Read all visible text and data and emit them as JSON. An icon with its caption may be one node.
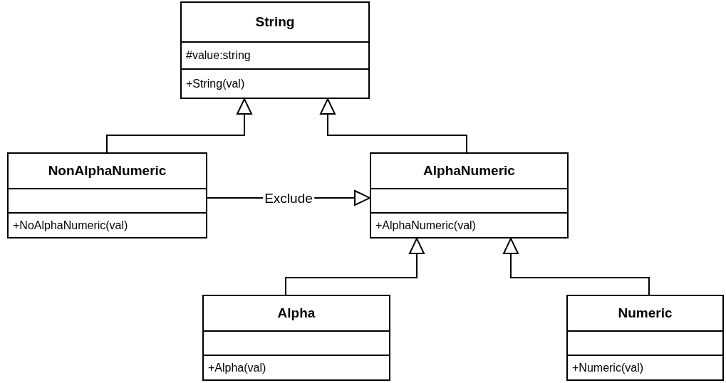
{
  "diagram": {
    "nodes": [
      {
        "text": [
          "String",
          "#value:string",
          "+String(val)"
        ]
      },
      {
        "text": [
          "NonAlphaNumeric",
          "+NoAlphaNumeric(val)"
        ]
      },
      {
        "text": [
          "AlphaNumeric",
          "+AlphaNumeric(val)"
        ]
      },
      {
        "text": [
          "Alpha",
          "+Alpha(val)"
        ]
      },
      {
        "text": [
          "Numeric",
          "+Numeric(val)"
        ]
      }
    ],
    "edges": [
      {
        "from": 1,
        "to": 0,
        "arrow": "to"
      },
      {
        "from": 2,
        "to": 0,
        "arrow": "to"
      },
      {
        "from": 1,
        "to": 2,
        "arrow": "to",
        "label": "Exclude"
      },
      {
        "from": 3,
        "to": 2,
        "arrow": "to"
      },
      {
        "from": 4,
        "to": 2,
        "arrow": "to"
      }
    ]
  }
}
